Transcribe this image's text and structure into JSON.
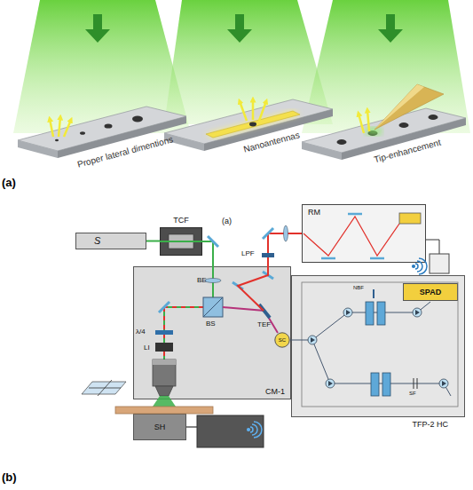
{
  "diagram": {
    "nodes": [
      {
        "text": [
          "S"
        ]
      },
      {
        "text": [
          "TCF"
        ]
      },
      {
        "text": [
          "RM"
        ]
      },
      {
        "text": [
          "CM-1"
        ]
      },
      {
        "text": [
          "SC"
        ]
      },
      {
        "text": [
          "TFP-2 HC"
        ]
      },
      {
        "text": [
          "SPAD"
        ],
        "in": 5
      },
      {
        "text": [
          "SH"
        ]
      }
    ],
    "edges": [
      {
        "from": 0,
        "to": 1,
        "arrow": "none"
      },
      {
        "from": 1,
        "to": 3,
        "arrow": "none"
      },
      {
        "from": 3,
        "to": 2,
        "arrow": "none"
      }
    ],
    "labels": [
      "Proper lateral dimentions",
      "Nanoantennas",
      "Tip-enhancement",
      "(a)",
      "(a)",
      "LPF",
      "BE",
      "BS",
      "TEF",
      "λ/4",
      "LI",
      "NBF",
      "SF",
      "(b)"
    ]
  }
}
